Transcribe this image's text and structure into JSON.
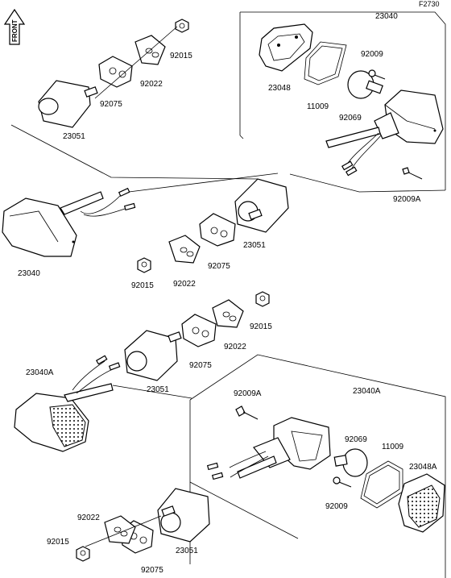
{
  "figure_code": "F2730",
  "front_badge": "FRONT",
  "labels": {
    "p23040_top": "23040",
    "p92009_top": "92009",
    "p23048": "23048",
    "p11009_top": "11009",
    "p92069_top": "92069",
    "p92009A_top": "92009A",
    "p92015_a": "92015",
    "p92022_a": "92022",
    "p92075_a": "92075",
    "p23051_a": "23051",
    "p23040_left": "23040",
    "p23051_b": "23051",
    "p92075_b": "92075",
    "p92015_b": "92015",
    "p92022_b": "92022",
    "p92015_c": "92015",
    "p92022_c": "92022",
    "p92075_c": "92075",
    "p23051_c": "23051",
    "p23040A_left": "23040A",
    "p92009A_bot": "92009A",
    "p23040A_bot": "23040A",
    "p92069_bot": "92069",
    "p11009_bot": "11009",
    "p23048A": "23048A",
    "p92009_bot": "92009",
    "p92022_d": "92022",
    "p92015_d": "92015",
    "p92075_d": "92075",
    "p23051_d": "23051"
  }
}
